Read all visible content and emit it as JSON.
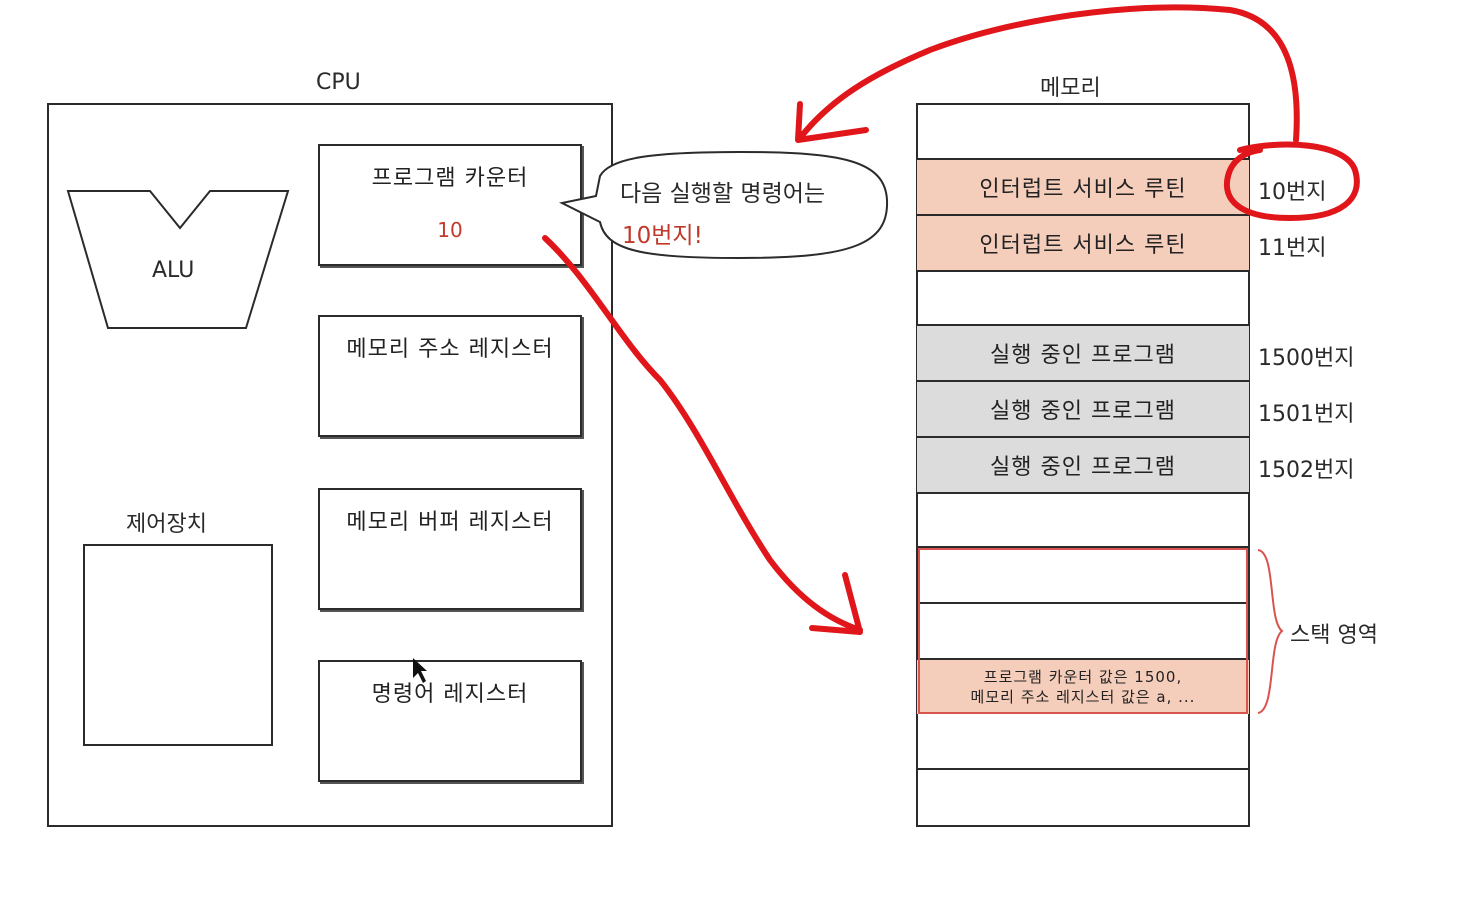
{
  "cpu": {
    "title": "CPU",
    "alu_label": "ALU",
    "control_unit_label": "제어장치",
    "registers": [
      {
        "name": "프로그램 카운터",
        "value": "10"
      },
      {
        "name": "메모리 주소 레지스터",
        "value": ""
      },
      {
        "name": "메모리 버퍼 레지스터",
        "value": ""
      },
      {
        "name": "명령어 레지스터",
        "value": ""
      }
    ]
  },
  "bubble": {
    "line1": "다음 실행할 명령어는",
    "line2": "10번지!"
  },
  "memory": {
    "title": "메모리",
    "cells": [
      {
        "text": "인터럽트 서비스 루틴",
        "address": "10번지"
      },
      {
        "text": "인터럽트 서비스 루틴",
        "address": "11번지"
      },
      {
        "text": "",
        "address": ""
      },
      {
        "text": "실행 중인 프로그램",
        "address": "1500번지"
      },
      {
        "text": "실행 중인 프로그램",
        "address": "1501번지"
      },
      {
        "text": "실행 중인 프로그램",
        "address": "1502번지"
      }
    ],
    "stack_label": "스택 영역",
    "stack_saved_line1": "프로그램 카운터 값은 1500,",
    "stack_saved_line2": "메모리 주소 레지스터 값은 a, ..."
  },
  "colors": {
    "annotation_red": "#e0161b",
    "interrupt_cell": "#f5cdbb",
    "program_cell": "#dcdcdc",
    "stack_border": "#d9534f"
  }
}
